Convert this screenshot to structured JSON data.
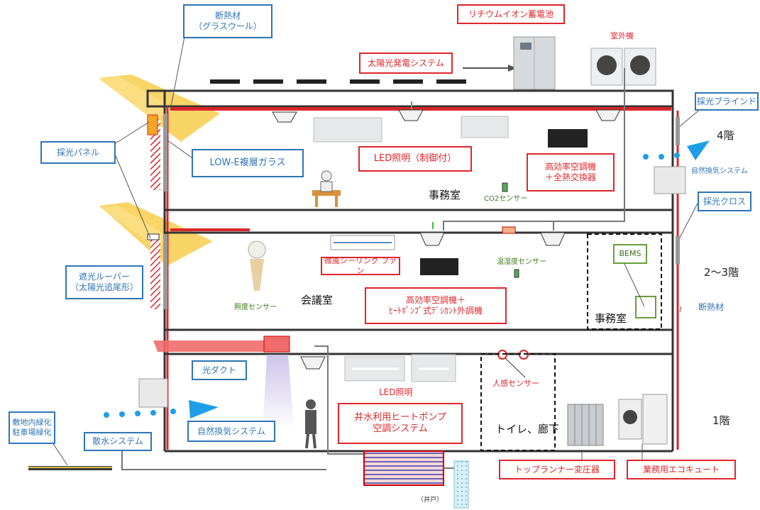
{
  "labels": {
    "insulation_top": "断熱材\n（グラスウール）",
    "lithium_battery": "リチウムイオン蓄電池",
    "outdoor_unit": "室外機",
    "solar_system": "太陽光発電システム",
    "daylight_blind": "採光ブラインド",
    "daylight_panel": "採光パネル",
    "low_e_glass": "LOW-E複層ガラス",
    "led_controlled": "LED照明（制御付）",
    "hvac_heat_exchanger": "高効率空調機\n＋全熱交換器",
    "co2_sensor": "CO2センサー",
    "natural_vent_upper": "自然換気システム",
    "daylight_cloth": "採光クロス",
    "shading_louver": "遮光ルーバー\n（太陽光追尾形）",
    "ceiling_fan": "微風シーリング ファン",
    "temp_humidity_sensor": "温湿度センサー",
    "bems": "BEMS",
    "illuminance_sensor": "照度センサー",
    "hvac_desiccant": "高効率空調機＋\nﾋｰﾄﾎﾟﾝﾌﾟ式ﾃﾞｼｶﾝﾄ外調機",
    "insulation_side": "断熱材",
    "light_duct": "光ダクト",
    "led_lighting": "LED照明",
    "motion_sensor": "人感センサー",
    "well_heat_pump": "井水利用ヒートポンプ\n空調システム",
    "natural_vent_lower": "自然換気システム",
    "site_greening": "敷地内緑化\n駐車場緑化",
    "sprinkler": "散水システム",
    "top_runner_transformer": "トップランナー変圧器",
    "eco_cute": "業務用エコキュート",
    "well": "（井戸）"
  },
  "rooms": {
    "office_4f": "事務室",
    "meeting_room": "会議室",
    "office_small": "事務室",
    "toilet_corridor": "トイレ、廊下"
  },
  "floors": {
    "f4": "4階",
    "f23": "2～3階",
    "f1": "1階"
  },
  "colors": {
    "label_blue": "#2e75b6",
    "label_red": "#e0262b",
    "structure": "#333333",
    "insulation": "#d9262b",
    "airflow": "#1e9ee8",
    "sunlight": "#f7c634",
    "duct": "#f26b6b"
  }
}
